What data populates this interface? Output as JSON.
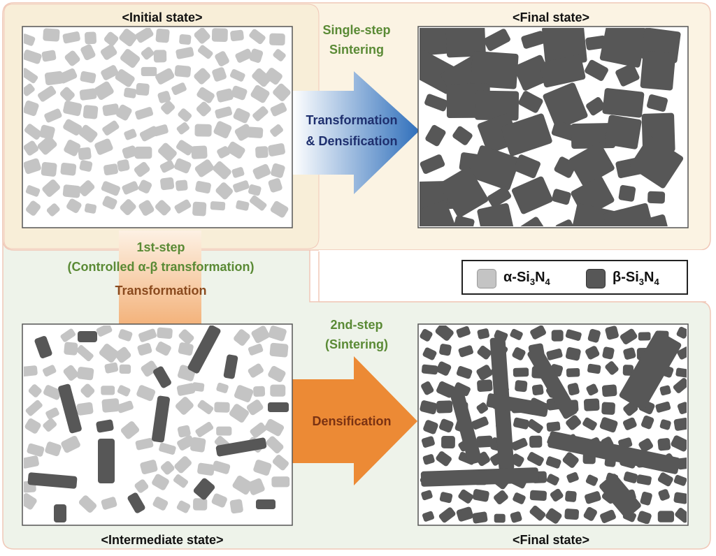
{
  "labels": {
    "initial_state": "<Initial state>",
    "final_state_top": "<Final state>",
    "intermediate_state": "<Intermediate state>",
    "final_state_bottom": "<Final state>"
  },
  "single_step": {
    "line1": "Single-step",
    "line2": "Sintering",
    "arrow_line1": "Transformation",
    "arrow_line2": "& Densification"
  },
  "first_step": {
    "line1": "1st-step",
    "line2": "(Controlled α-β transformation)",
    "arrow_label": "Transformation"
  },
  "second_step": {
    "line1": "2nd-step",
    "line2": "(Sintering)",
    "arrow_label": "Densification"
  },
  "legend": {
    "alpha_prefix": "α-Si",
    "alpha_sub1": "3",
    "alpha_mid": "N",
    "alpha_sub2": "4",
    "beta_prefix": "β-Si",
    "beta_sub1": "3",
    "beta_mid": "N",
    "beta_sub2": "4"
  },
  "colors": {
    "alpha_grain": "#c4c4c4",
    "beta_grain": "#575757",
    "single_step_region": "#fbf3e3",
    "two_step_region": "#eef3ea",
    "step_label_green": "#5a8a35",
    "blue_arrow": "#2f6fbb",
    "orange_arrow": "#ec8a35",
    "transformation_label": "#8a4a1e",
    "densification_label": "#7a3212"
  }
}
